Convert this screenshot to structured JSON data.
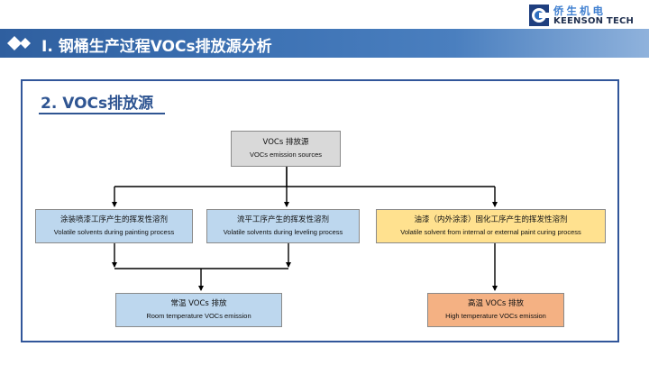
{
  "logo": {
    "cn": "侨生机电",
    "en": "KEENSON TECH"
  },
  "header": {
    "title": "I.  钢桶生产过程VOCs排放源分析"
  },
  "section": {
    "title": "2. VOCs排放源"
  },
  "diagram": {
    "source": {
      "cn": "VOCs 排放源",
      "en": "VOCs emission sources"
    },
    "painting": {
      "cn": "涂装喷漆工序产生的挥发性溶剂",
      "en": "Volatile solvents during painting process"
    },
    "leveling": {
      "cn": "流平工序产生的挥发性溶剂",
      "en": "Volatile solvents during leveling process"
    },
    "curing": {
      "cn": "油漆（内外涂漆）固化工序产生的挥发性溶剂",
      "en": "Volatile solvent from internal or external paint curing process"
    },
    "room_temp": {
      "cn": "常温 VOCs 排放",
      "en": "Room temperature VOCs emission"
    },
    "high_temp": {
      "cn": "高温 VOCs 排放",
      "en": "High temperature VOCs emission"
    }
  },
  "colors": {
    "title_bar": "#3d72b4",
    "frame": "#31569a",
    "source_fill": "#d9d9d9",
    "solvent_fill": "#bdd7ee",
    "curing_fill": "#ffe18f",
    "high_temp_fill": "#f4b183"
  }
}
